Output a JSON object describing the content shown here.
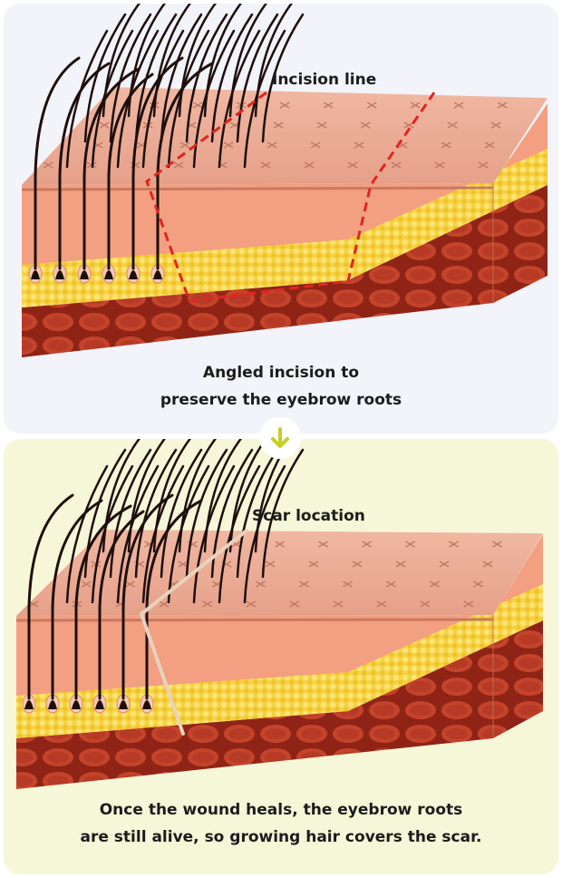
{
  "top": {
    "label": "Incision line",
    "caption_line1": "Angled incision to",
    "caption_line2": "preserve the eyebrow roots"
  },
  "bottom": {
    "label": "Scar location",
    "caption_line1": "Once the wound heals, the eyebrow roots",
    "caption_line2": "are still alive, so growing hair covers the scar."
  },
  "colors": {
    "skin_top": "#ebab95",
    "dermis": "#f39f82",
    "fat": "#f6d23f",
    "muscle": "#b63a25",
    "hair": "#1e0f0c",
    "incision": "#e0261f",
    "scar": "#e8d2bd",
    "arrow": "#c8cf22"
  }
}
